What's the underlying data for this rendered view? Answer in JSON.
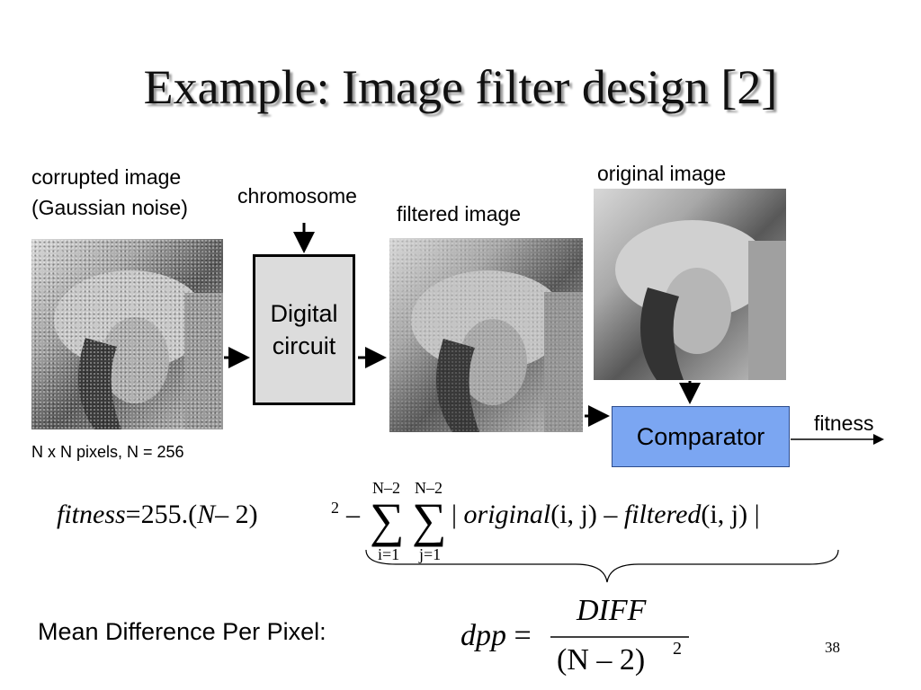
{
  "title": "Example: Image filter design [2]",
  "labels": {
    "corrupted_line1": "corrupted image",
    "corrupted_line2": "(Gaussian noise)",
    "chromosome": "chromosome",
    "filtered": "filtered image",
    "original": "original image",
    "fitness": "fitness",
    "pixels_note": "N x N pixels, N = 256"
  },
  "circuit": {
    "line1": "Digital",
    "line2": "circuit"
  },
  "comparator": "Comparator",
  "formula": {
    "lhs": "fitness",
    "eq": "=",
    "const": "255.(",
    "n": "N",
    "minus_two": "– 2)",
    "exp": "2",
    "minus": "–",
    "upper_limit": "N–2",
    "lower_i": "i=1",
    "lower_j": "j=1",
    "sigma": "∑",
    "body_bar_open": "|",
    "body_original": "original",
    "args1": "(i, j)",
    "body_minus": "–",
    "body_filtered": "filtered",
    "args2": "(i, j)",
    "body_bar_close": "|"
  },
  "dpp": {
    "label": "Mean Difference Per Pixel:",
    "lhs": "dpp",
    "eq": "=",
    "numerator": "DIFF",
    "denominator": "(N – 2)",
    "exp": "2"
  },
  "page_number": "38",
  "colors": {
    "comparator_fill": "#7ba6f2",
    "circuit_fill": "#dcdcdc",
    "title_shadow": "#9a9a9a"
  }
}
